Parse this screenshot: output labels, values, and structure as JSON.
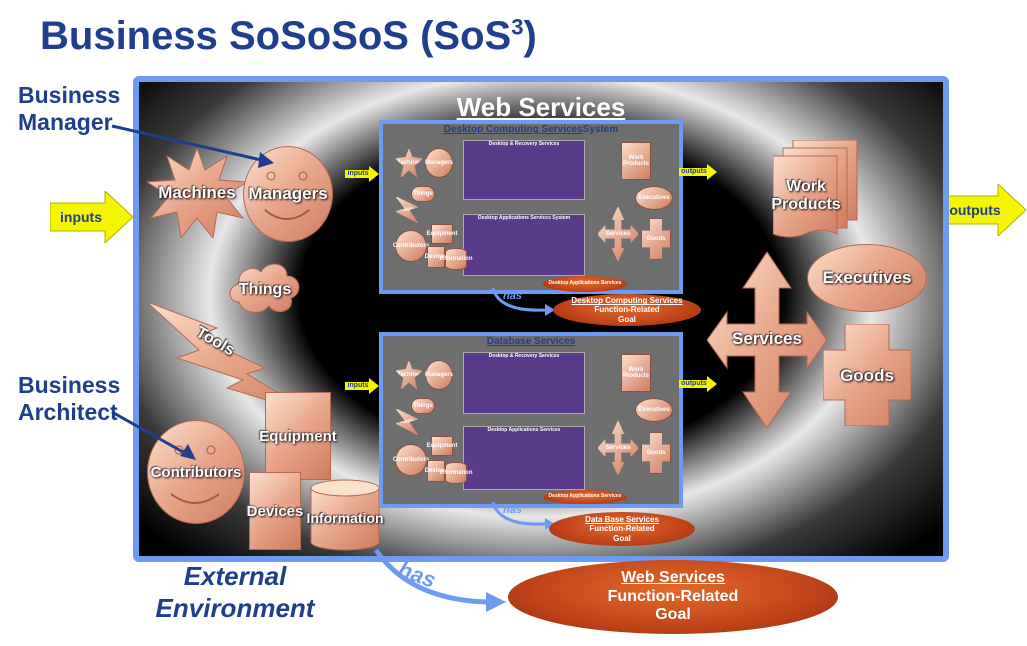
{
  "title": {
    "main": "Business SoSoSoS (SoS",
    "sup": "3",
    "close": ")"
  },
  "labels": {
    "business_manager": [
      "Business",
      "Manager"
    ],
    "business_architect": [
      "Business",
      "Architect"
    ],
    "external_environment": [
      "External",
      "Environment"
    ]
  },
  "web_services": {
    "title": "Web Services",
    "inputs": "inputs",
    "outputs": "outputs",
    "has": "has",
    "goal": {
      "line1": "Web Services",
      "line2": "Function-Related",
      "line3": "Goal"
    }
  },
  "inputs_left": [
    "Machines",
    "Managers",
    "Things",
    "Tools",
    "Equipment",
    "Contributors",
    "Devices",
    "Information"
  ],
  "outputs_right": [
    "Work Products",
    "Executives",
    "Services",
    "Goods"
  ],
  "subsystems": [
    {
      "title": "Desktop Computing Services",
      "title_suffix": " System",
      "inputs": "inputs",
      "outputs": "outputs",
      "has": "has",
      "inner1": "Desktop & Recovery Services",
      "inner2": "Desktop Applications Services System",
      "goal": {
        "line1": "Desktop Computing Services",
        "line2": "Function-Related",
        "line3": "Goal"
      }
    },
    {
      "title": "Database Services",
      "title_suffix": "",
      "inputs": "inputs",
      "outputs": "outputs",
      "has": "has",
      "inner1": "Desktop & Recovery Services",
      "inner2": "Desktop Applications Services",
      "goal": {
        "line1": "Data Base Services",
        "line2": "Function-Related",
        "line3": "Goal"
      }
    }
  ],
  "mini_labels": {
    "machines": "Machines",
    "managers": "Managers",
    "things": "Things",
    "tools": "Tools",
    "equipment": "Equipment",
    "contributors": "Contributors",
    "devices": "Devices",
    "information": "Information",
    "work_products": "Work Products",
    "executives": "Executives",
    "services": "Services",
    "goods": "Goods"
  },
  "colors": {
    "accent_blue": "#1f3e8c",
    "frame_blue": "#6d9bf2",
    "arrow_yellow": "#f5f500",
    "goal_orange": "#c1441a",
    "shape_peach": "#e8a58a"
  }
}
